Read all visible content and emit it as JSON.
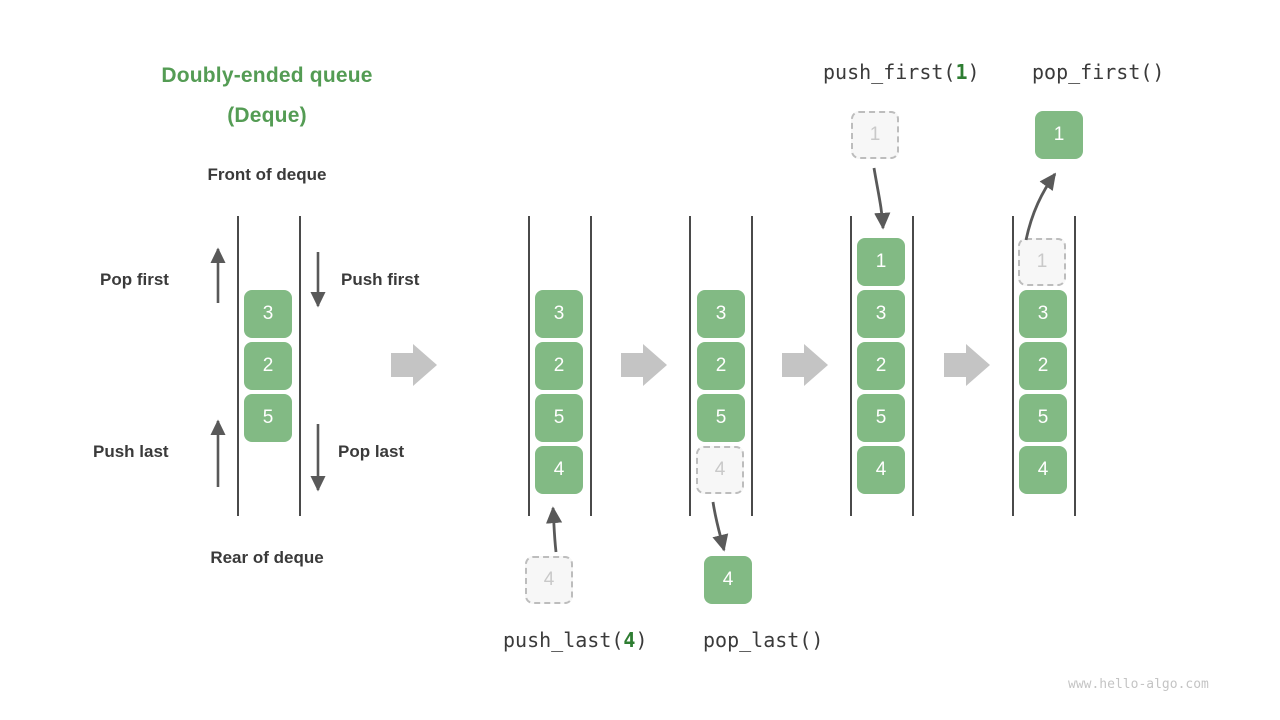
{
  "diagram": {
    "title_line1": "Doubly-ended queue",
    "title_line2": "(Deque)",
    "title_color": "#549c54",
    "front_label": "Front of deque",
    "rear_label": "Rear of deque",
    "watermark": "www.hello-algo.com",
    "cell_fill": "#82ba84",
    "cell_text_color": "#ffffff",
    "ghost_fill": "#f7f7f7",
    "ghost_border": "#bdbdbd",
    "ghost_text_color": "#c9c9c9",
    "rail_color": "#4a4a4a",
    "transition_arrow_color": "#c4c4c4",
    "motion_arrow_color": "#595959"
  },
  "operations": {
    "pop_first": "Pop first",
    "push_first": "Push first",
    "push_last": "Push last",
    "pop_last": "Pop last"
  },
  "code_labels": {
    "push_first": {
      "name": "push_first(",
      "arg": "1",
      "close": ")"
    },
    "pop_first": {
      "name": "pop_first(",
      "arg": "",
      "close": ")"
    },
    "push_last": {
      "name": "push_last(",
      "arg": "4",
      "close": ")"
    },
    "pop_last": {
      "name": "pop_last(",
      "arg": "",
      "close": ")"
    }
  },
  "panels": [
    {
      "id": "initial",
      "name": "initial-deque",
      "cells": [
        "3",
        "2",
        "5"
      ],
      "ghost_in_stack": null,
      "external_cell": null
    },
    {
      "id": "push-last-before",
      "name": "push-last-result",
      "cells": [
        "3",
        "2",
        "5",
        "4"
      ],
      "ghost_in_stack": null,
      "external_cell": {
        "value": "4",
        "style": "ghost",
        "position": "bottom"
      }
    },
    {
      "id": "pop-last",
      "name": "pop-last-state",
      "cells": [
        "3",
        "2",
        "5"
      ],
      "ghost_in_stack": {
        "value": "4",
        "position": "bottom"
      },
      "external_cell": {
        "value": "4",
        "style": "filled",
        "position": "bottom"
      }
    },
    {
      "id": "push-first",
      "name": "push-first-result",
      "cells": [
        "1",
        "3",
        "2",
        "5",
        "4"
      ],
      "ghost_in_stack": null,
      "external_cell": {
        "value": "1",
        "style": "ghost",
        "position": "top"
      }
    },
    {
      "id": "pop-first",
      "name": "pop-first-state",
      "cells": [
        "3",
        "2",
        "5",
        "4"
      ],
      "ghost_in_stack": {
        "value": "1",
        "position": "top"
      },
      "external_cell": {
        "value": "1",
        "style": "filled",
        "position": "top"
      }
    }
  ]
}
